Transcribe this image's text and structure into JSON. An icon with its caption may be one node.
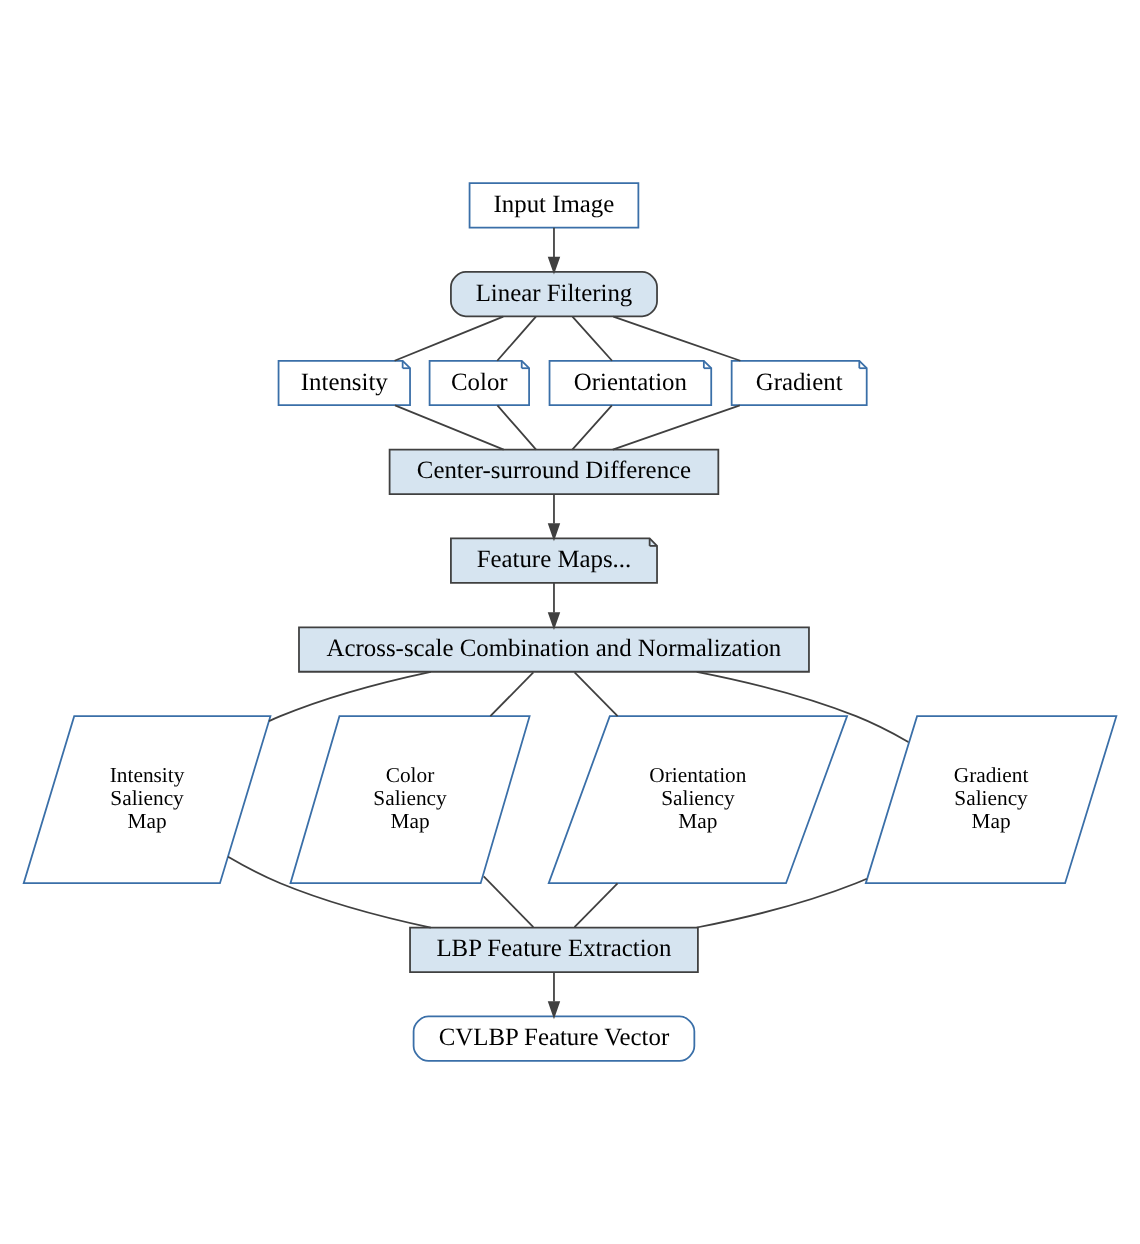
{
  "diagram": {
    "nodes": [
      {
        "text": [
          "Input Image"
        ]
      },
      {
        "text": [
          "Linear Filtering"
        ]
      },
      {
        "text": [
          "Intensity"
        ]
      },
      {
        "text": [
          "Color"
        ]
      },
      {
        "text": [
          "Orientation"
        ]
      },
      {
        "text": [
          "Gradient"
        ]
      },
      {
        "text": [
          "Center-surround Difference"
        ]
      },
      {
        "text": [
          "Feature Maps..."
        ]
      },
      {
        "text": [
          "Across-scale Combination and Normalization"
        ]
      },
      {
        "text": [
          "Intensity Saliency Map"
        ]
      },
      {
        "text": [
          "Color Saliency Map"
        ]
      },
      {
        "text": [
          "Orientation Saliency Map"
        ]
      },
      {
        "text": [
          "Gradient Saliency Map"
        ]
      },
      {
        "text": [
          "LBP Feature Extraction"
        ]
      },
      {
        "text": [
          "CVLBP Feature Vector"
        ]
      }
    ],
    "edges": [
      {
        "from": 0,
        "to": 1,
        "arrow": "to"
      },
      {
        "from": 1,
        "to": 2,
        "arrow": "none"
      },
      {
        "from": 1,
        "to": 3,
        "arrow": "none"
      },
      {
        "from": 1,
        "to": 4,
        "arrow": "none"
      },
      {
        "from": 1,
        "to": 5,
        "arrow": "none"
      },
      {
        "from": 2,
        "to": 6,
        "arrow": "none"
      },
      {
        "from": 3,
        "to": 6,
        "arrow": "none"
      },
      {
        "from": 4,
        "to": 6,
        "arrow": "none"
      },
      {
        "from": 5,
        "to": 6,
        "arrow": "none"
      },
      {
        "from": 6,
        "to": 7,
        "arrow": "to"
      },
      {
        "from": 7,
        "to": 8,
        "arrow": "to"
      },
      {
        "from": 8,
        "to": 9,
        "arrow": "none"
      },
      {
        "from": 8,
        "to": 10,
        "arrow": "none"
      },
      {
        "from": 8,
        "to": 11,
        "arrow": "none"
      },
      {
        "from": 8,
        "to": 12,
        "arrow": "none"
      },
      {
        "from": 9,
        "to": 13,
        "arrow": "none"
      },
      {
        "from": 10,
        "to": 13,
        "arrow": "none"
      },
      {
        "from": 11,
        "to": 13,
        "arrow": "none"
      },
      {
        "from": 12,
        "to": 13,
        "arrow": "none"
      },
      {
        "from": 13,
        "to": 14,
        "arrow": "to"
      }
    ]
  }
}
